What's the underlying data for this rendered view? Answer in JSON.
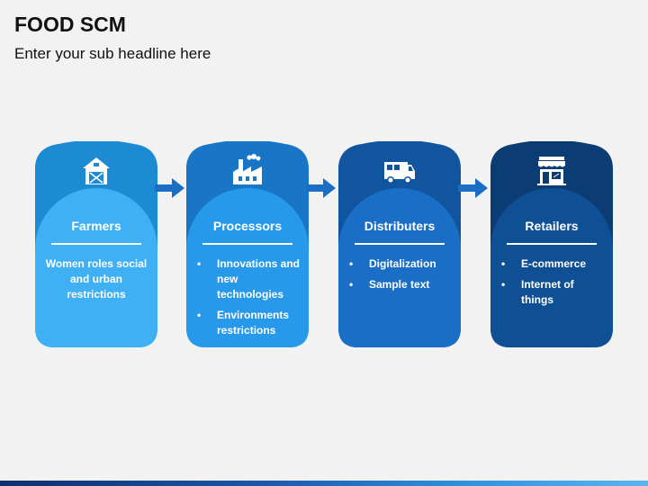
{
  "slide": {
    "title": "FOOD SCM",
    "subtitle": "Enter your sub headline here"
  },
  "colors": {
    "background": "#f2f2f2",
    "card1_top": "#1d8bd4",
    "card1_bottom": "#3fb0f3",
    "card2_top": "#1976c6",
    "card2_bottom": "#2799ea",
    "card3_top": "#11559f",
    "card3_bottom": "#1a6ec6",
    "card4_top": "#0b3d74",
    "card4_bottom": "#0f4f94",
    "connector_arrow": "#1a6ec6"
  },
  "stages": [
    {
      "title": "Farmers",
      "icon": "barn-icon",
      "body_text": "Women roles social and urban restrictions",
      "bullets": []
    },
    {
      "title": "Processors",
      "icon": "factory-icon",
      "body_text": "",
      "bullets": [
        "Innovations and new technologies",
        "Environments restrictions"
      ]
    },
    {
      "title": "Distributers",
      "icon": "truck-icon",
      "body_text": "",
      "bullets": [
        "Digitalization",
        "Sample text"
      ]
    },
    {
      "title": "Retailers",
      "icon": "storefront-icon",
      "body_text": "",
      "bullets": [
        "E-commerce",
        "Internet of things"
      ]
    }
  ]
}
